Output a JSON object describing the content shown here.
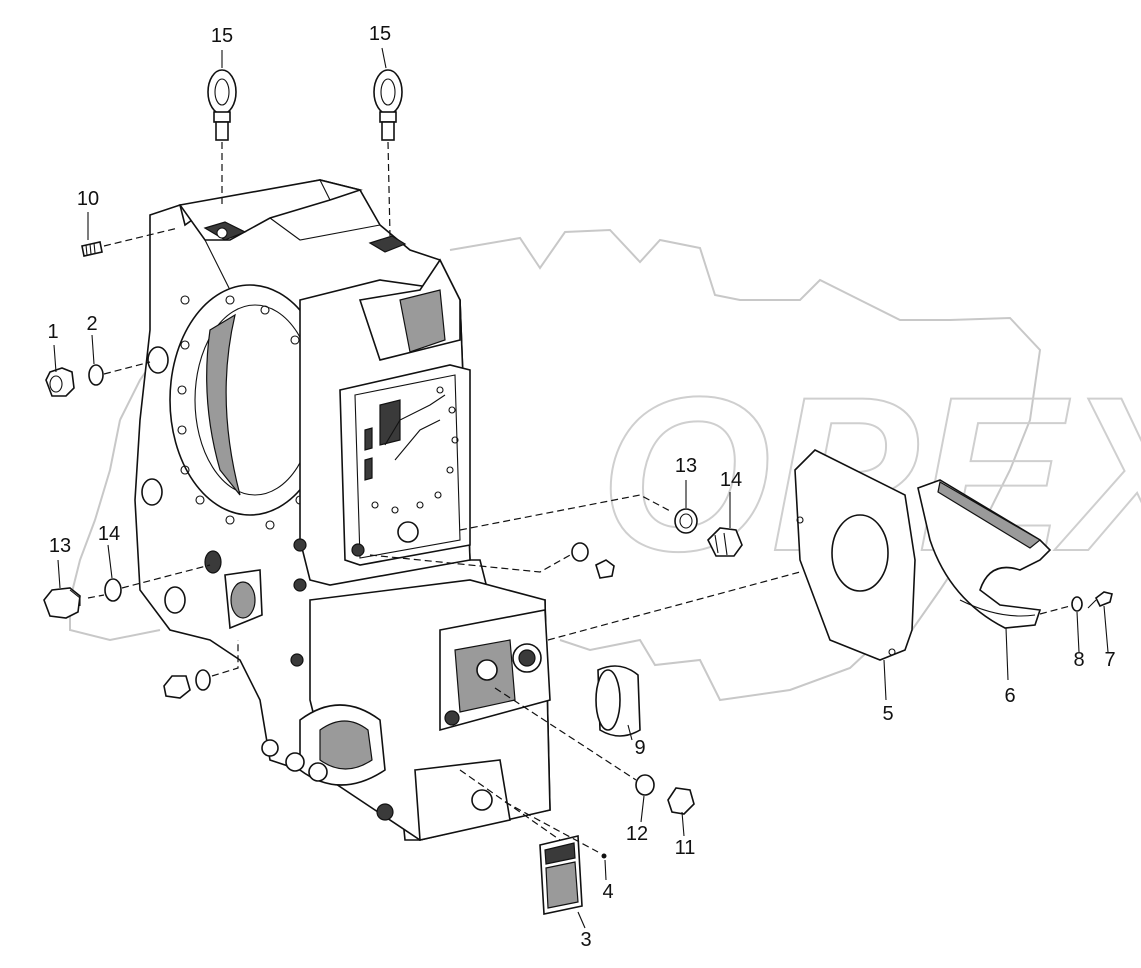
{
  "diagram": {
    "callouts": [
      {
        "id": "c1",
        "text": "1"
      },
      {
        "id": "c2",
        "text": "2"
      },
      {
        "id": "c3",
        "text": "3"
      },
      {
        "id": "c4",
        "text": "4"
      },
      {
        "id": "c5",
        "text": "5"
      },
      {
        "id": "c6",
        "text": "6"
      },
      {
        "id": "c7",
        "text": "7"
      },
      {
        "id": "c8",
        "text": "8"
      },
      {
        "id": "c9",
        "text": "9"
      },
      {
        "id": "c10",
        "text": "10"
      },
      {
        "id": "c11",
        "text": "11"
      },
      {
        "id": "c12",
        "text": "12"
      },
      {
        "id": "c13a",
        "text": "13"
      },
      {
        "id": "c13b",
        "text": "13"
      },
      {
        "id": "c14a",
        "text": "14"
      },
      {
        "id": "c14b",
        "text": "14"
      },
      {
        "id": "c15a",
        "text": "15"
      },
      {
        "id": "c15b",
        "text": "15"
      }
    ],
    "watermark_logo": "OPEX"
  },
  "colors": {
    "line": "#111111",
    "watermark": "#c8c8c8",
    "background": "#ffffff"
  }
}
